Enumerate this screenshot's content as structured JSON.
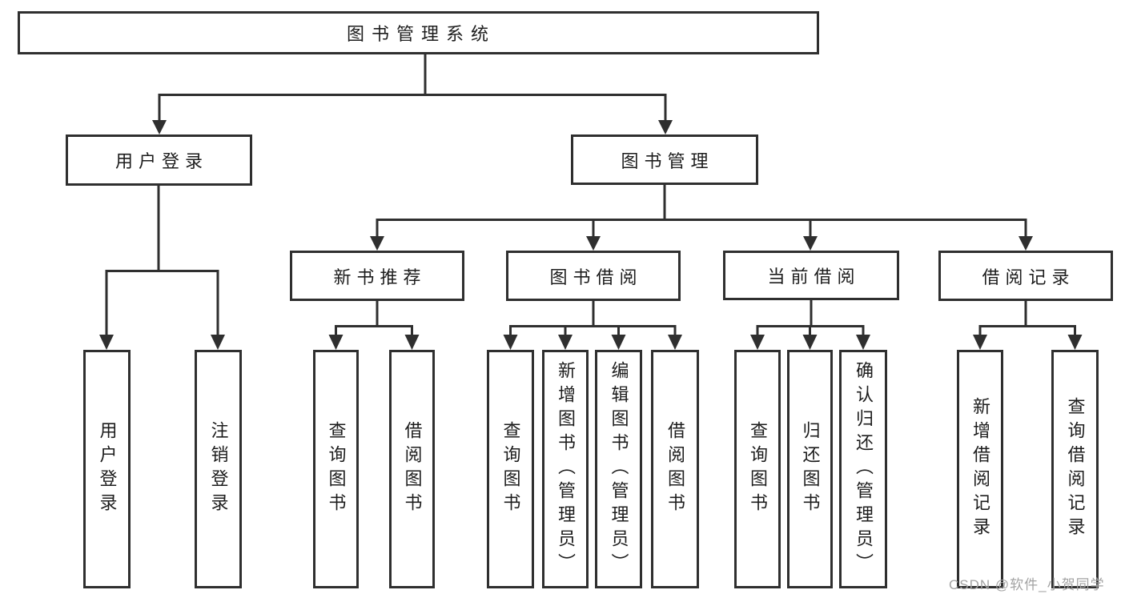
{
  "tree": {
    "root": "图书管理系统",
    "user_login": {
      "label": "用户登录",
      "children": [
        "用户登录",
        "注销登录"
      ]
    },
    "book_management": {
      "label": "图书管理",
      "sections": {
        "new_book_recommend": {
          "label": "新书推荐",
          "children": [
            "查询图书",
            "借阅图书"
          ]
        },
        "book_borrow": {
          "label": "图书借阅",
          "children": [
            "查询图书",
            "新增图书（管理员）",
            "编辑图书（管理员）",
            "借阅图书"
          ]
        },
        "current_borrow": {
          "label": "当前借阅",
          "children": [
            "查询图书",
            "归还图书",
            "确认归还（管理员）"
          ]
        },
        "borrow_records": {
          "label": "借阅记录",
          "children": [
            "新增借阅记录",
            "查询借阅记录"
          ]
        }
      }
    }
  },
  "watermark": "CSDN @软件_小贺同学",
  "colors": {
    "line": "#2f2f2f",
    "text": "#1d1d1d",
    "watermark": "#a3a3a3",
    "background": "#ffffff"
  }
}
